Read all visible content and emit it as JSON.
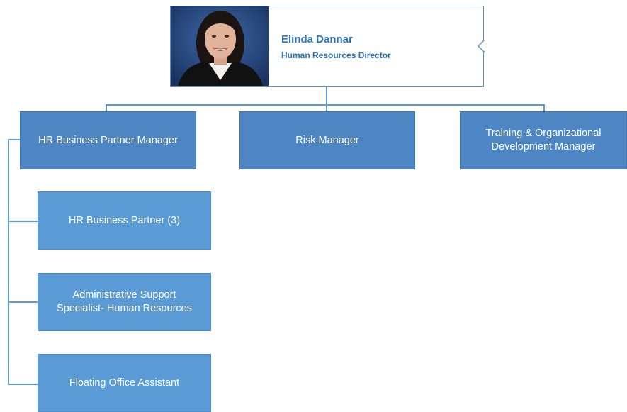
{
  "director": {
    "name": "Elinda Dannar",
    "title": "Human Resources Director"
  },
  "managers": [
    {
      "label": "HR Business Partner Manager"
    },
    {
      "label": "Risk Manager"
    },
    {
      "label": "Training & Organizational Development Manager"
    }
  ],
  "reports": [
    {
      "label": "HR Business Partner (3)"
    },
    {
      "label": "Administrative Support Specialist- Human Resources"
    },
    {
      "label": "Floating Office Assistant"
    }
  ],
  "colors": {
    "connector": "#5b9bd5",
    "manager_box": "#4e86c3",
    "report_box": "#5b9bd5",
    "name_text": "#2e74b5"
  }
}
